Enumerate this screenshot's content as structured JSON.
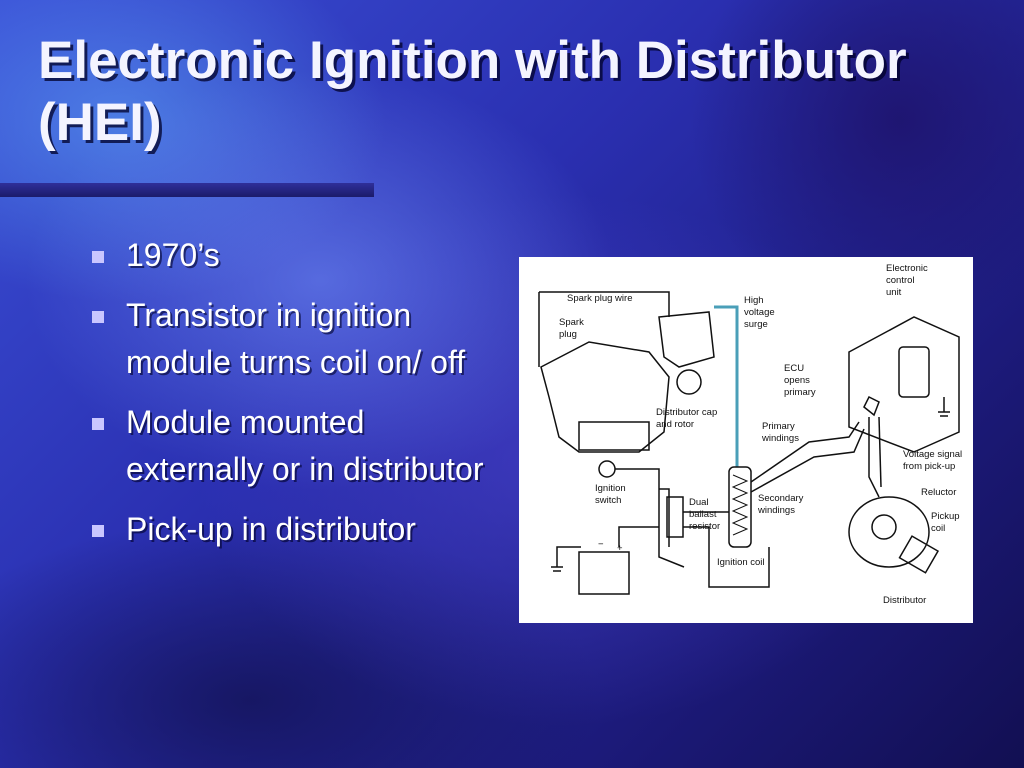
{
  "slide": {
    "title": "Electronic Ignition with Distributor (HEI)",
    "bullets": [
      "1970’s",
      "Transistor in ignition module turns coil on/ off",
      "Module mounted externally or in distributor",
      "Pick-up in distributor"
    ]
  },
  "diagram": {
    "labels": {
      "spark_plug_wire": "Spark plug wire",
      "spark_plug": [
        "Spark",
        "plug"
      ],
      "high_voltage_surge": [
        "High",
        "voltage",
        "surge"
      ],
      "electronic_control_unit": [
        "Electronic",
        "control",
        "unit"
      ],
      "ecu_opens_primary": [
        "ECU",
        "opens",
        "primary"
      ],
      "distributor_cap_rotor": [
        "Distributor cap",
        "and rotor"
      ],
      "primary_windings": [
        "Primary",
        "windings"
      ],
      "voltage_signal": [
        "Voltage signal",
        "from pick-up"
      ],
      "reluctor": "Reluctor",
      "pickup_coil": [
        "Pickup",
        "coil"
      ],
      "ignition_switch": [
        "Ignition",
        "switch"
      ],
      "dual_ballast_resistor": [
        "Dual",
        "ballast",
        "resistor"
      ],
      "secondary_windings": [
        "Secondary",
        "windings"
      ],
      "ignition_coil": "Ignition coil",
      "distributor": "Distributor",
      "battery_minus": "−",
      "battery_plus": "+"
    }
  },
  "colors": {
    "title_text": "#f4f4ff",
    "bullet_marker": "#c9c6ff",
    "diagram_bg": "#ffffff",
    "hv_wire": "#4a9fb8"
  }
}
